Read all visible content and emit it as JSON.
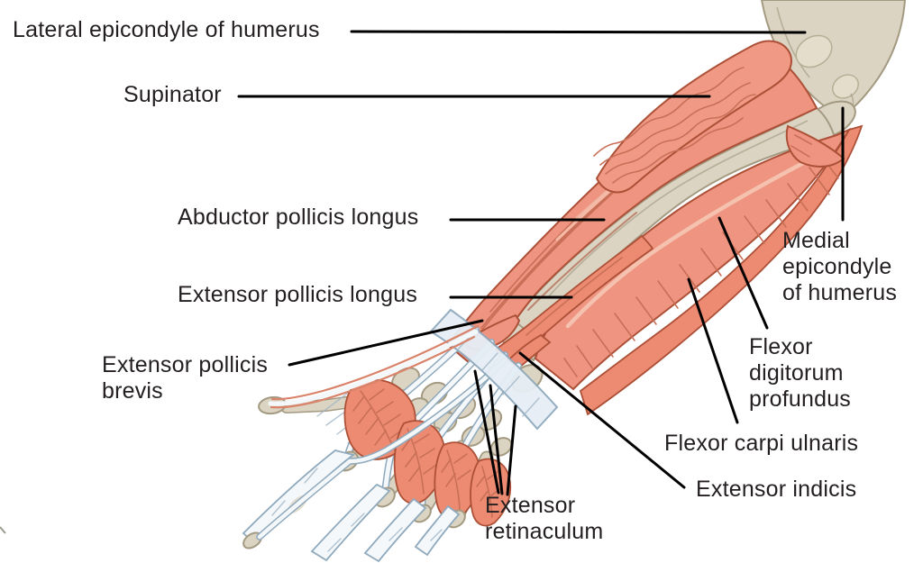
{
  "labels": {
    "lateral_epicondyle": "Lateral epicondyle of humerus",
    "supinator": "Supinator",
    "abductor_pollicis_longus": "Abductor pollicis longus",
    "extensor_pollicis_longus": "Extensor pollicis longus",
    "extensor_pollicis_brevis": "Extensor pollicis\nbrevis",
    "medial_epicondyle": "Medial\nepicondyle\nof humerus",
    "flexor_digitorum_profundus": "Flexor\ndigitorum\nprofundus",
    "flexor_carpi_ulnaris": "Flexor carpi ulnaris",
    "extensor_indicis": "Extensor indicis",
    "extensor_retinaculum": "Extensor\nretinaculum"
  },
  "palette": {
    "background": "#ffffff",
    "label_text": "#231f20",
    "leader_line": "#000000",
    "muscle_fill": "#ee9480",
    "muscle_outline": "#ac5037",
    "muscle_fiber": "#c96f57",
    "bone_fill": "#dbd4c2",
    "bone_outline": "#a49a82",
    "tendon_fill": "#f4f8fb",
    "tendon_outline": "#8fa9bd"
  }
}
